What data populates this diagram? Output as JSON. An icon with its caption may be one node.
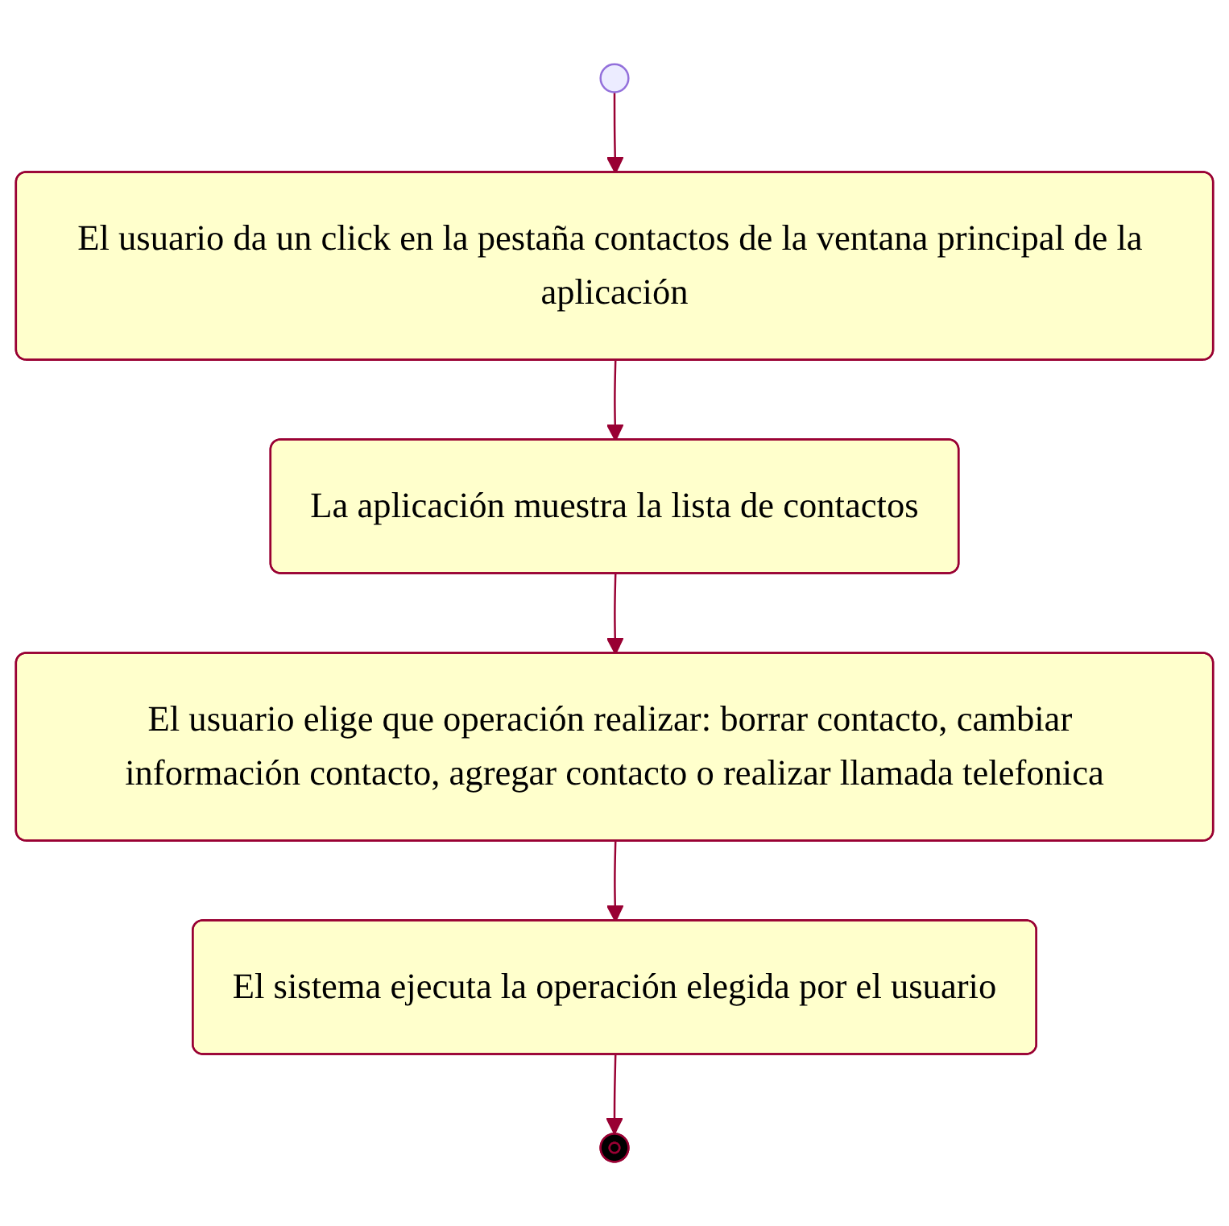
{
  "diagram": {
    "nodes": [
      {
        "text": [],
        "shape": "circle"
      },
      {
        "text": [
          "El usuario da un click en la pestaña contactos de la ventana principal de la aplicación"
        ]
      },
      {
        "text": [
          "La aplicación muestra la lista de contactos"
        ]
      },
      {
        "text": [
          "El usuario elige que operación realizar: borrar contacto, cambiar información contacto, agregar contacto o realizar llamada telefonica"
        ]
      },
      {
        "text": [
          "El sistema ejecuta la operación elegida por el usuario"
        ]
      },
      {
        "text": [],
        "shape": "circle"
      }
    ],
    "edges": [
      {
        "from": 0,
        "to": 1,
        "arrow": "to"
      },
      {
        "from": 1,
        "to": 2,
        "arrow": "to"
      },
      {
        "from": 2,
        "to": 3,
        "arrow": "to"
      },
      {
        "from": 3,
        "to": 4,
        "arrow": "to"
      },
      {
        "from": 4,
        "to": 5,
        "arrow": "to"
      }
    ]
  }
}
